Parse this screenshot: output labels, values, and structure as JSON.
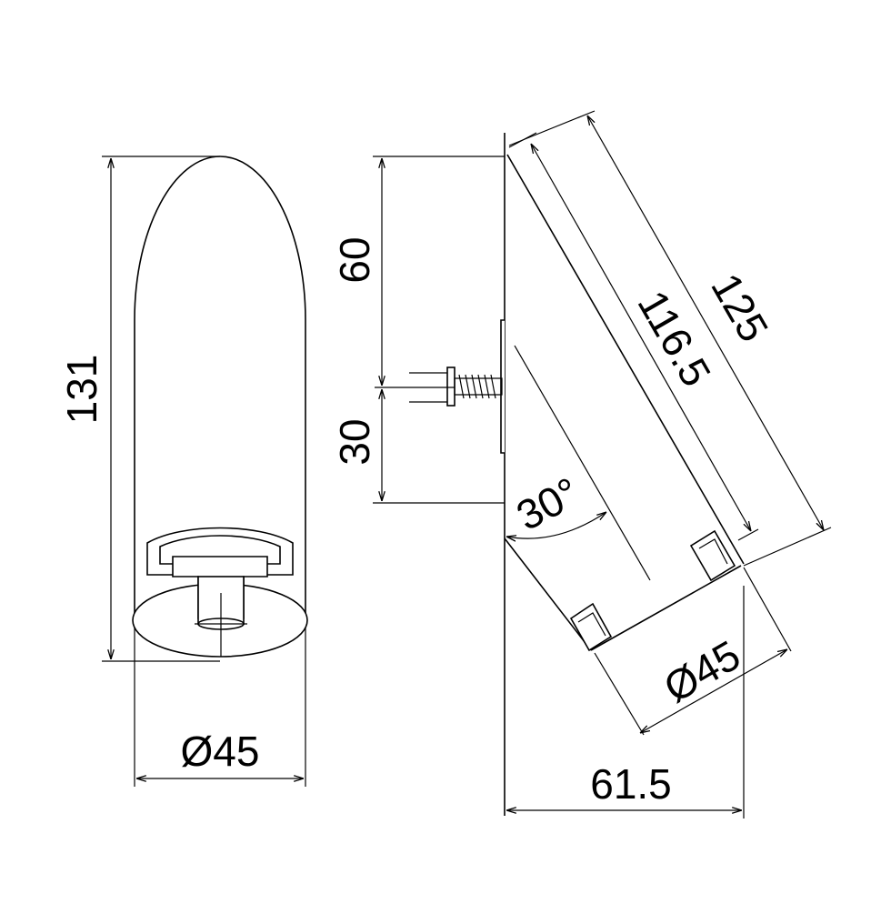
{
  "dimensions": {
    "height_total": "131",
    "front_diameter": "Ø45",
    "upper_height": "60",
    "lower_height": "30",
    "angle": "30°",
    "length_inner": "116.5",
    "length_outer": "125",
    "side_diameter": "Ø45",
    "projection": "61.5"
  },
  "colors": {
    "line": "#000000",
    "background": "#ffffff"
  }
}
